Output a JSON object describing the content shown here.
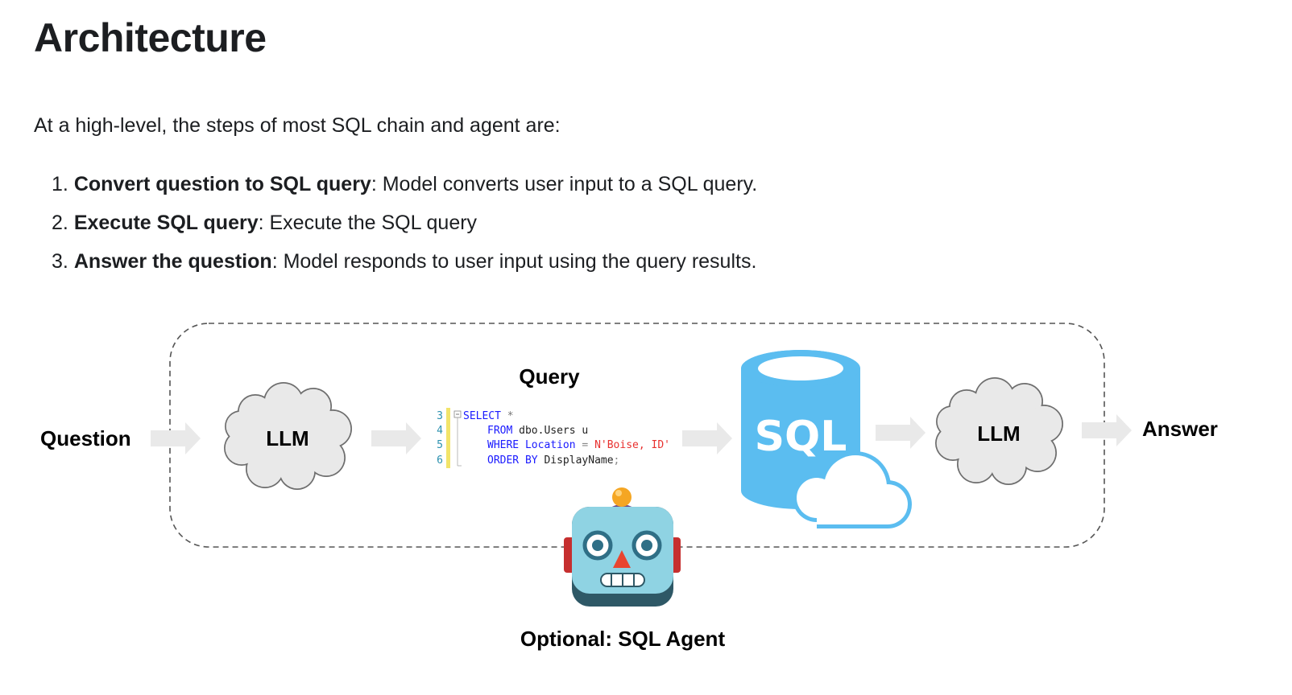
{
  "heading": "Architecture",
  "intro": "At a high-level, the steps of most SQL chain and agent are:",
  "steps": [
    {
      "number": "1.",
      "title": "Convert question to SQL query",
      "text": ": Model converts user input to a SQL query."
    },
    {
      "number": "2.",
      "title": "Execute SQL query",
      "text": ": Execute the SQL query"
    },
    {
      "number": "3.",
      "title": "Answer the question",
      "text": ": Model responds to user input using the query results."
    }
  ],
  "diagram": {
    "question_label": "Question",
    "llm_label_1": "LLM",
    "query_label": "Query",
    "sql_label": "SQL",
    "llm_label_2": "LLM",
    "answer_label": "Answer",
    "agent_label": "Optional: SQL Agent",
    "code": {
      "line_numbers": [
        "3",
        "4",
        "5",
        "6"
      ],
      "line1_keyword": "SELECT",
      "line1_rest": " *",
      "line2_keyword": "FROM",
      "line2_rest": " dbo.Users u",
      "line3_keyword": "WHERE",
      "line3_column": " Location",
      "line3_op": " = ",
      "line3_string": "N'Boise, ID'",
      "line4_keyword": "ORDER BY",
      "line4_rest": " DisplayName",
      "line4_end": ";"
    }
  },
  "colors": {
    "text": "#1c1e21",
    "arrow": "#e9e9e9",
    "sql_blue": "#5bbdf0",
    "keyword_blue": "#1a1aff",
    "string_red": "#e8312f",
    "robot_body": "#7fc4d6"
  },
  "icons": [
    "cloud-icon",
    "arrow-right-icon",
    "database-icon",
    "robot-icon"
  ]
}
